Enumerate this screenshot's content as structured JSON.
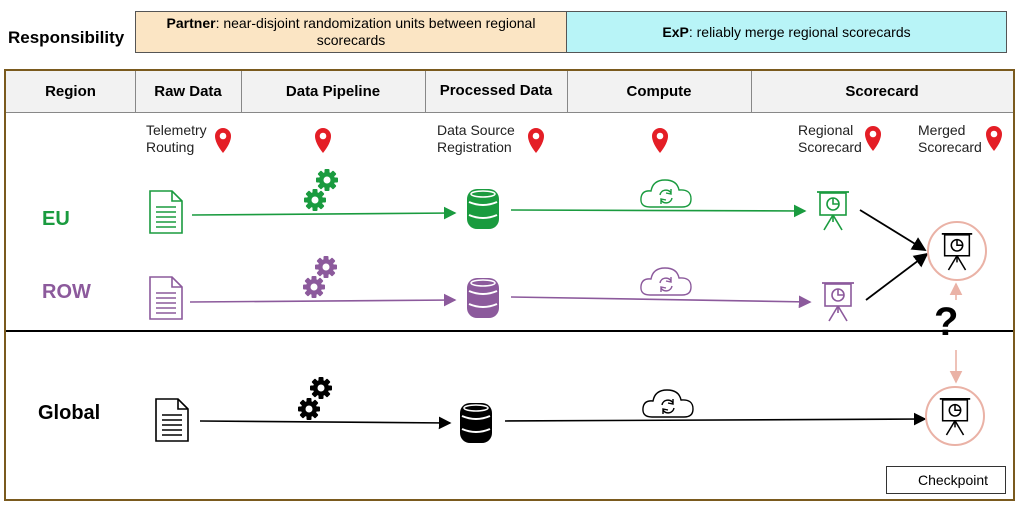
{
  "responsibility": {
    "title": "Responsibility",
    "partner_bold": "Partner",
    "partner_text": ": near-disjoint randomization units between regional scorecards",
    "exp_bold": "ExP",
    "exp_text": ": reliably merge regional scorecards"
  },
  "header": {
    "region": "Region",
    "raw_data": "Raw Data",
    "data_pipeline": "Data Pipeline",
    "processed_data": "Processed Data",
    "compute": "Compute",
    "scorecard": "Scorecard"
  },
  "checkpoints": {
    "telemetry_line1": "Telemetry",
    "telemetry_line2": "Routing",
    "registration_line1": "Data Source",
    "registration_line2": "Registration",
    "regional_line1": "Regional",
    "regional_line2": "Scorecard",
    "merged_line1": "Merged",
    "merged_line2": "Scorecard"
  },
  "regions": {
    "eu": "EU",
    "row": "ROW",
    "global": "Global"
  },
  "question_mark": "?",
  "legend": {
    "label": "Checkpoint"
  },
  "colors": {
    "eu": "#1a9b3f",
    "row": "#8c5a9c",
    "global": "#000000",
    "pin": "#e41e26",
    "merged_circle": "#eab2a6",
    "partner_bg": "#fbe5c4",
    "exp_bg": "#b8f4f7",
    "frame": "#7a5a1e"
  },
  "icons": [
    "document-icon",
    "gears-icon",
    "database-icon",
    "cloud-sync-icon",
    "presentation-chart-icon",
    "map-pin-icon"
  ]
}
